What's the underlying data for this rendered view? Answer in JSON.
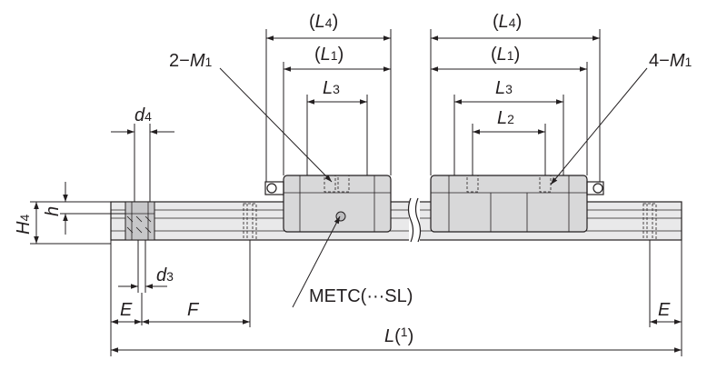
{
  "labels": {
    "l4_left": {
      "open": "(",
      "sym": "L",
      "sub": "4",
      "close": ")"
    },
    "l1_left": {
      "open": "(",
      "sym": "L",
      "sub": "1",
      "close": ")"
    },
    "l3_left": {
      "sym": "L",
      "sub": "3"
    },
    "l4_right": {
      "open": "(",
      "sym": "L",
      "sub": "4",
      "close": ")"
    },
    "l1_right": {
      "open": "(",
      "sym": "L",
      "sub": "1",
      "close": ")"
    },
    "l3_right": {
      "sym": "L",
      "sub": "3"
    },
    "l2_right": {
      "sym": "L",
      "sub": "2"
    },
    "m1_left": {
      "prefix": "2−",
      "sym": "M",
      "sub": "1"
    },
    "m1_right": {
      "prefix": "4−",
      "sym": "M",
      "sub": "1"
    },
    "d4": {
      "sym": "d",
      "sub": "4"
    },
    "d3": {
      "sym": "d",
      "sub": "3"
    },
    "h4": {
      "sym": "H",
      "sub": "4"
    },
    "h": {
      "sym": "h"
    },
    "e_left": {
      "sym": "E"
    },
    "f": {
      "sym": "F"
    },
    "e_right": {
      "sym": "E"
    },
    "l_total": {
      "sym": "L",
      "open": "(",
      "sup": "1",
      "close": ")"
    },
    "model": {
      "text": "METC(···SL)"
    }
  },
  "colors": {
    "line": "#231f20",
    "rail_fill": "#e9e9ea",
    "block_fill": "#d8d8d9"
  }
}
